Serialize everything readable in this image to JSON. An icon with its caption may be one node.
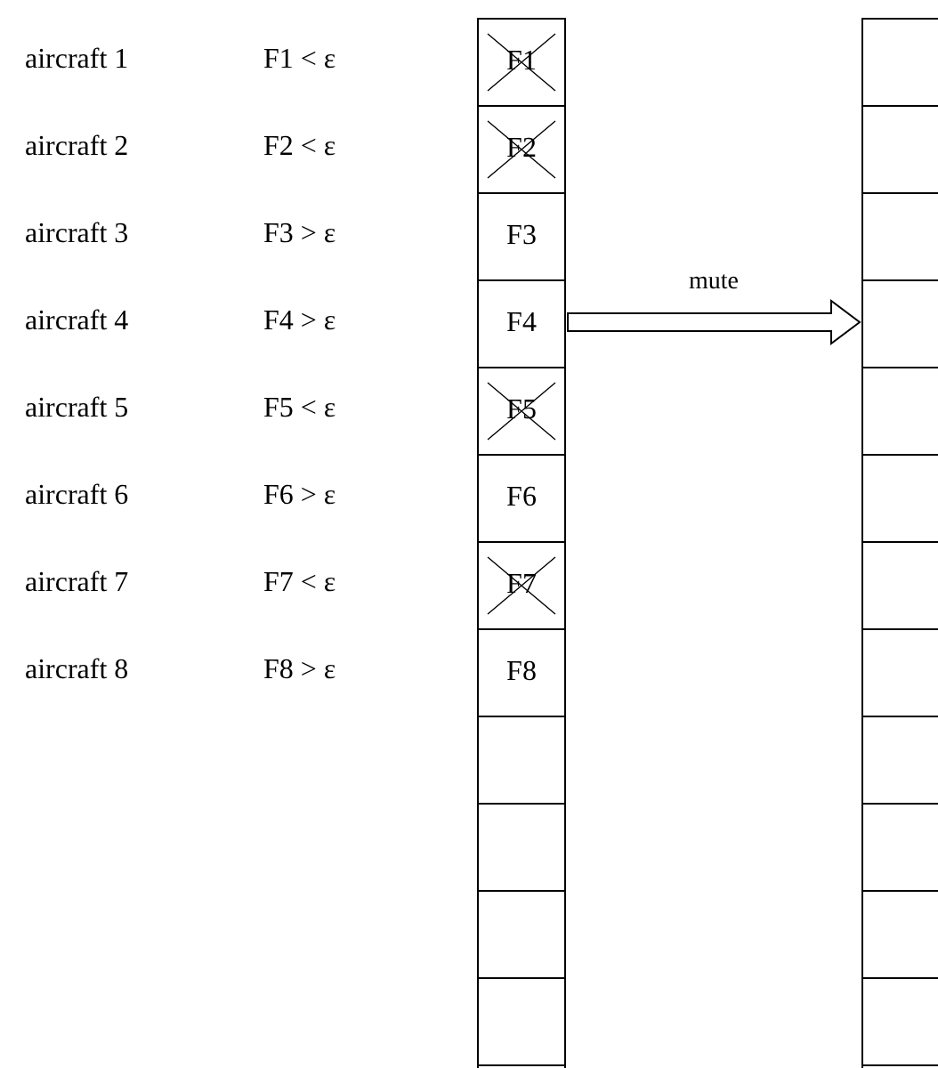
{
  "diagram": {
    "nodes": [
      {
        "text": [],
        "shape": "bar"
      },
      {
        "text": [
          "F1"
        ],
        "in": 0
      },
      {
        "text": [
          "F2"
        ],
        "in": 0
      },
      {
        "text": [
          "F3"
        ],
        "in": 0
      },
      {
        "text": [
          "F4"
        ],
        "in": 0
      },
      {
        "text": [
          "F5"
        ],
        "in": 0
      },
      {
        "text": [
          "F6"
        ],
        "in": 0
      },
      {
        "text": [
          "F7"
        ],
        "in": 0
      },
      {
        "text": [
          "F8"
        ],
        "in": 0
      },
      {
        "text": [],
        "shape": "box",
        "in": 0
      },
      {
        "text": [],
        "shape": "box",
        "in": 0
      },
      {
        "text": [],
        "shape": "box",
        "in": 0
      },
      {
        "text": [],
        "shape": "box",
        "in": 0
      },
      {
        "text": [],
        "shape": "bar"
      },
      {
        "text": [],
        "shape": "box",
        "in": 13
      },
      {
        "text": [],
        "shape": "box",
        "in": 13
      },
      {
        "text": [],
        "shape": "box",
        "in": 13
      },
      {
        "text": [],
        "shape": "box",
        "in": 13
      },
      {
        "text": [],
        "shape": "box",
        "in": 13
      },
      {
        "text": [],
        "shape": "box",
        "in": 13
      },
      {
        "text": [],
        "shape": "box",
        "in": 13
      },
      {
        "text": [],
        "shape": "box",
        "in": 13
      },
      {
        "text": [],
        "shape": "box",
        "in": 13
      },
      {
        "text": [],
        "shape": "box",
        "in": 13
      },
      {
        "text": [],
        "shape": "box",
        "in": 13
      },
      {
        "text": [],
        "shape": "box",
        "in": 13
      }
    ],
    "edges": [
      {
        "from": 0,
        "to": 13,
        "arrow": "to",
        "label": "mute"
      }
    ],
    "labels": [
      "aircraft 1",
      "F1 < ε",
      "aircraft 2",
      "F2 < ε",
      "aircraft 3",
      "F3 > ε",
      "aircraft 4",
      "F4 > ε",
      "aircraft 5",
      "F5 < ε",
      "aircraft 6",
      "F6 > ε",
      "aircraft 7",
      "F7 < ε",
      "aircraft 8",
      "F8 > ε"
    ]
  }
}
